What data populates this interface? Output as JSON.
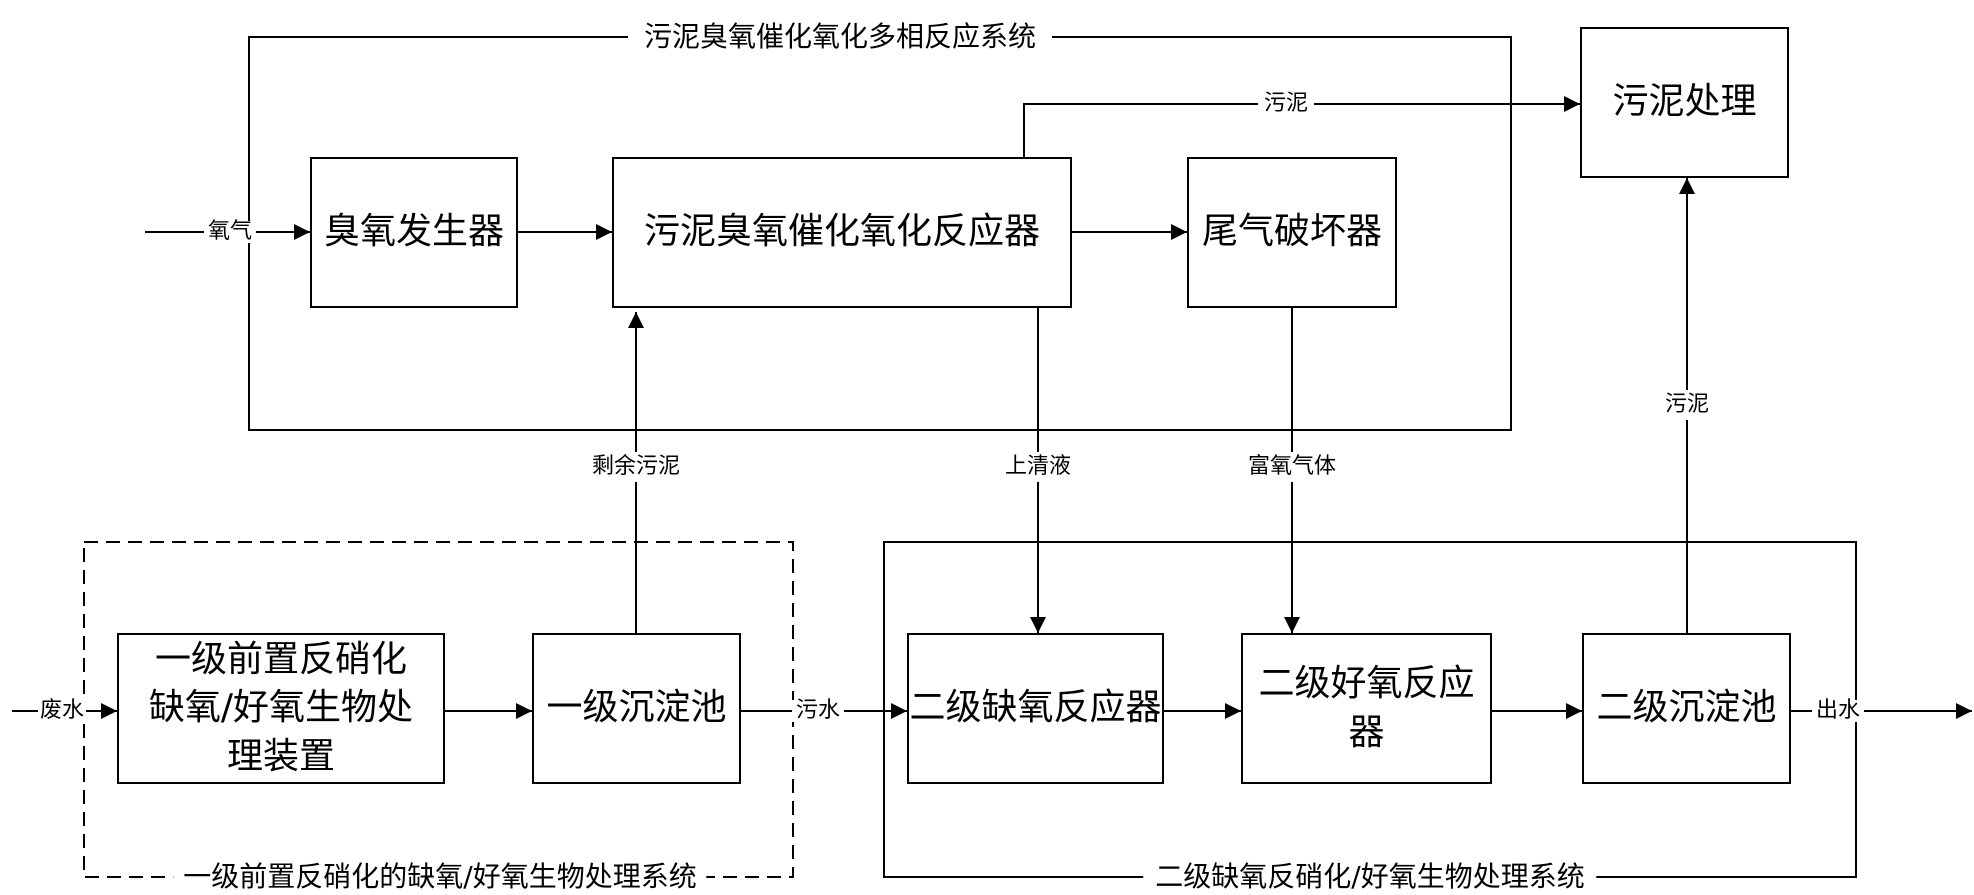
{
  "systems": {
    "ozone": "污泥臭氧催化氧化多相反应系统",
    "primary": "一级前置反硝化的缺氧/好氧生物处理系统",
    "secondary": "二级缺氧反硝化/好氧生物处理系统"
  },
  "boxes": {
    "ozone_generator": "臭氧发生器",
    "reactor": "污泥臭氧催化氧化反应器",
    "tail_gas": "尾气破坏器",
    "sludge_treatment": "污泥处理",
    "primary_device": "一级前置反硝化缺氧/好氧生物处理装置",
    "primary_settler": "一级沉淀池",
    "anoxic": "二级缺氧反应器",
    "aerobic": "二级好氧反应器",
    "secondary_settler": "二级沉淀池"
  },
  "flows": {
    "oxygen": "氧气",
    "sludge_top": "污泥",
    "excess_sludge": "剩余污泥",
    "supernatant": "上清液",
    "oxygen_rich_gas": "富氧气体",
    "sludge_right": "污泥",
    "wastewater_in": "废水",
    "sewage": "污水",
    "effluent": "出水"
  }
}
